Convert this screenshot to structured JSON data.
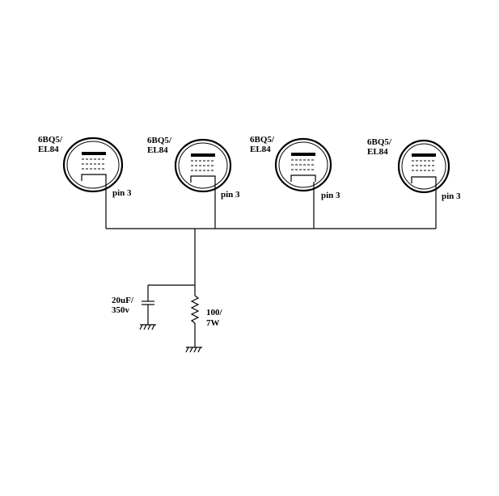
{
  "tubes": [
    {
      "type_line1": "6BQ5/",
      "type_line2": "EL84",
      "pin_label": "pin 3"
    },
    {
      "type_line1": "6BQ5/",
      "type_line2": "EL84",
      "pin_label": "pin 3"
    },
    {
      "type_line1": "6BQ5/",
      "type_line2": "EL84",
      "pin_label": "pin 3"
    },
    {
      "type_line1": "6BQ5/",
      "type_line2": "EL84",
      "pin_label": "pin 3"
    }
  ],
  "capacitor": {
    "value_line1": "20uF/",
    "value_line2": "350v"
  },
  "resistor": {
    "value_line1": "100/",
    "value_line2": "7W"
  }
}
